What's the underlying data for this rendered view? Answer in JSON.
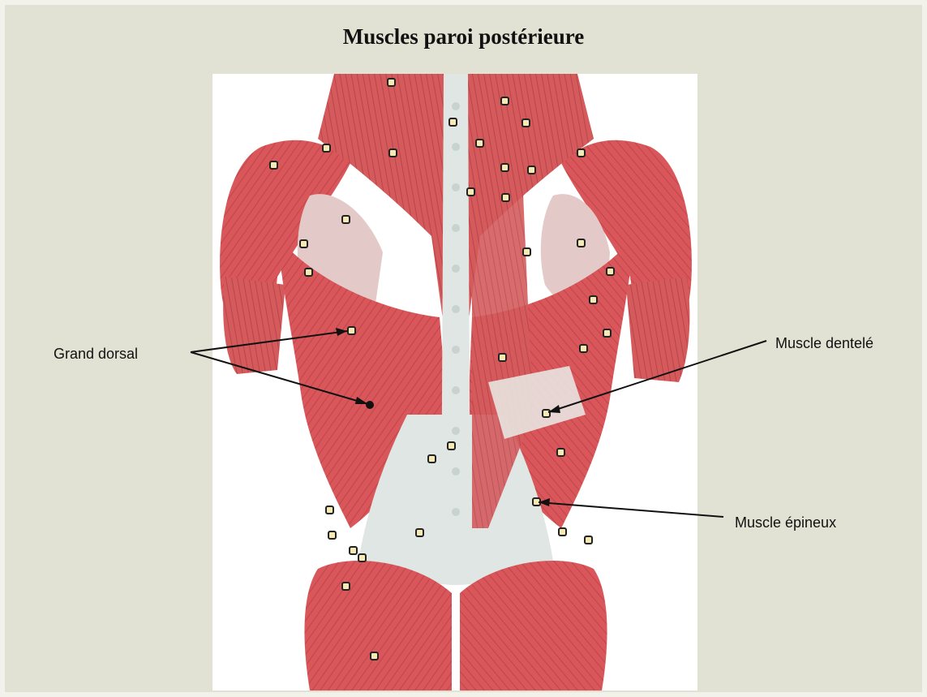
{
  "title": "Muscles paroi postérieure",
  "labels": {
    "grand_dorsal": "Grand dorsal",
    "muscle_dentele": "Muscle dentelé",
    "muscle_epineux": "Muscle épineux"
  },
  "colors": {
    "background": "#e2e2d4",
    "muscle": "#d9575a",
    "muscle_dark": "#b83e44",
    "tendon": "#dfe6e3",
    "marker_fill": "#f6e9b4",
    "line": "#111111"
  }
}
